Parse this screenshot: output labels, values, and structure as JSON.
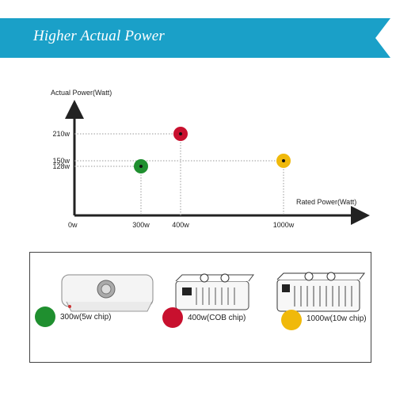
{
  "banner": {
    "title": "Higher Actual Power",
    "color": "#1aa0c8"
  },
  "chart_data": {
    "type": "scatter",
    "title": "",
    "xlabel": "Rated Power(Watt)",
    "ylabel": "Actual Power(Watt)",
    "x_origin_label": "0w",
    "x_ticks": [
      {
        "value": 300,
        "label": "300w"
      },
      {
        "value": 400,
        "label": "400w"
      },
      {
        "value": 1000,
        "label": "1000w"
      }
    ],
    "y_ticks": [
      {
        "value": 210,
        "label": "210w"
      },
      {
        "value": 150,
        "label": "150w"
      },
      {
        "value": 128,
        "label": "128w"
      }
    ],
    "points": [
      {
        "x": 300,
        "y": 128,
        "color": "#1f8f2f"
      },
      {
        "x": 400,
        "y": 210,
        "color": "#c8102e"
      },
      {
        "x": 1000,
        "y": 150,
        "color": "#f0b90b"
      }
    ],
    "grid": "dotted guide lines"
  },
  "legend": [
    {
      "label": "300w(5w chip)",
      "color": "#1f8f2f"
    },
    {
      "label": "400w(COB chip)",
      "color": "#c8102e"
    },
    {
      "label": "1000w(10w chip)",
      "color": "#f0b90b"
    }
  ]
}
